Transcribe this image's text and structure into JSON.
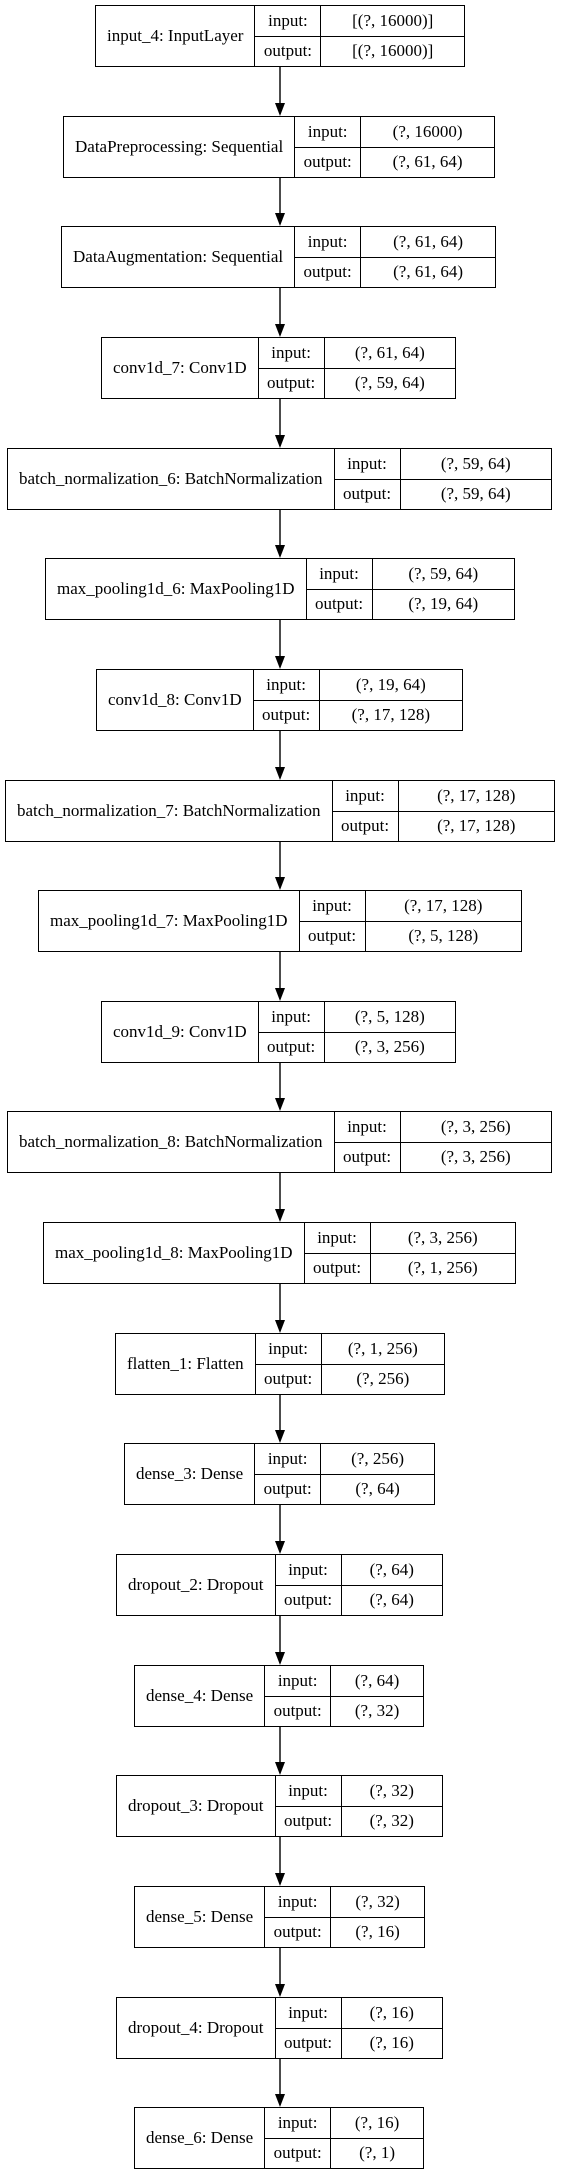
{
  "labels": {
    "input": "input:",
    "output": "output:"
  },
  "layers": [
    {
      "name": "input_4: InputLayer",
      "input": "[(?, 16000)]",
      "output": "[(?, 16000)]"
    },
    {
      "name": "DataPreprocessing: Sequential",
      "input": "(?, 16000)",
      "output": "(?, 61, 64)"
    },
    {
      "name": "DataAugmentation: Sequential",
      "input": "(?, 61, 64)",
      "output": "(?, 61, 64)"
    },
    {
      "name": "conv1d_7: Conv1D",
      "input": "(?, 61, 64)",
      "output": "(?, 59, 64)"
    },
    {
      "name": "batch_normalization_6: BatchNormalization",
      "input": "(?, 59, 64)",
      "output": "(?, 59, 64)"
    },
    {
      "name": "max_pooling1d_6: MaxPooling1D",
      "input": "(?, 59, 64)",
      "output": "(?, 19, 64)"
    },
    {
      "name": "conv1d_8: Conv1D",
      "input": "(?, 19, 64)",
      "output": "(?, 17, 128)"
    },
    {
      "name": "batch_normalization_7: BatchNormalization",
      "input": "(?, 17, 128)",
      "output": "(?, 17, 128)"
    },
    {
      "name": "max_pooling1d_7: MaxPooling1D",
      "input": "(?, 17, 128)",
      "output": "(?, 5, 128)"
    },
    {
      "name": "conv1d_9: Conv1D",
      "input": "(?, 5, 128)",
      "output": "(?, 3, 256)"
    },
    {
      "name": "batch_normalization_8: BatchNormalization",
      "input": "(?, 3, 256)",
      "output": "(?, 3, 256)"
    },
    {
      "name": "max_pooling1d_8: MaxPooling1D",
      "input": "(?, 3, 256)",
      "output": "(?, 1, 256)"
    },
    {
      "name": "flatten_1: Flatten",
      "input": "(?, 1, 256)",
      "output": "(?, 256)"
    },
    {
      "name": "dense_3: Dense",
      "input": "(?, 256)",
      "output": "(?, 64)"
    },
    {
      "name": "dropout_2: Dropout",
      "input": "(?, 64)",
      "output": "(?, 64)"
    },
    {
      "name": "dense_4: Dense",
      "input": "(?, 64)",
      "output": "(?, 32)"
    },
    {
      "name": "dropout_3: Dropout",
      "input": "(?, 32)",
      "output": "(?, 32)"
    },
    {
      "name": "dense_5: Dense",
      "input": "(?, 32)",
      "output": "(?, 16)"
    },
    {
      "name": "dropout_4: Dropout",
      "input": "(?, 16)",
      "output": "(?, 16)"
    },
    {
      "name": "dense_6: Dense",
      "input": "(?, 16)",
      "output": "(?, 1)"
    }
  ]
}
